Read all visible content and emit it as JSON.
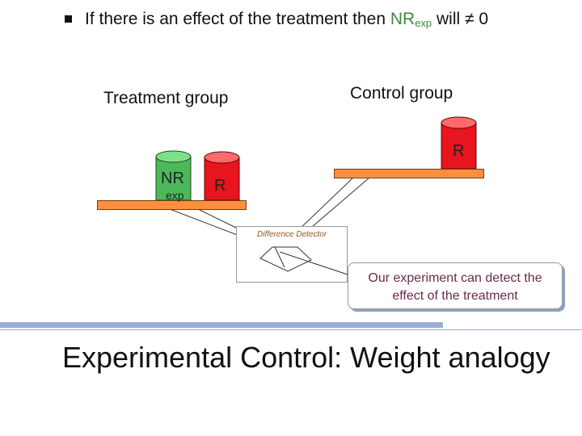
{
  "headline": {
    "prefix": "If there is an effect of the treatment then ",
    "nr": "NR",
    "nr_sub": "exp",
    "suffix": " will ≠ 0"
  },
  "groups": {
    "treatment_label": "Treatment group",
    "control_label": "Control group"
  },
  "cans": {
    "nr_label": "NR",
    "nr_sub": "exp",
    "r_label": "R",
    "control_r_label": "R"
  },
  "detector": {
    "label": "Difference Detector"
  },
  "callout": {
    "line1": "Our experiment can detect the",
    "line2": "effect of the treatment"
  },
  "title": "Experimental Control: Weight analogy",
  "colors": {
    "green_can": "#4db85a",
    "red_can": "#e8141e",
    "tray": "#ff8f3c",
    "accent_rule": "#9aaed3"
  }
}
